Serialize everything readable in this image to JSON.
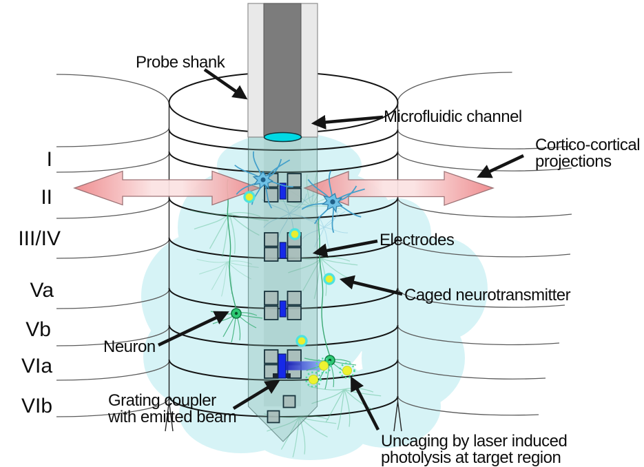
{
  "figure": {
    "annotations": {
      "probe_shank": "Probe shank",
      "microfluidic_channel": "Microfluidic channel",
      "cortico_cortical": [
        "Cortico-cortical",
        "projections"
      ],
      "electrodes": "Electrodes",
      "caged_neurotransmitter": "Caged neurotransmitter",
      "neuron": "Neuron",
      "grating_coupler": [
        "Grating coupler",
        "with emitted beam"
      ],
      "uncaging": [
        "Uncaging by laser induced",
        "photolysis at target region"
      ]
    },
    "cortical_layers": [
      "I",
      "II",
      "III/IV",
      "Va",
      "Vb",
      "VIa",
      "VIb"
    ],
    "colors": {
      "background": "#ffffff",
      "activated_region": "#d6f3f6",
      "probe_shank_outer": "#e9e9e9",
      "microfluidic_channel": "#7c7c7c",
      "channel_outlet": "#00d9e4",
      "electrode_pad": "#a9bcb8",
      "electrode_metal": "#1629e8",
      "laser_beam_start": "#1b1fc0",
      "laser_beam_end": "#8fb2f8",
      "projection_arrow": "#ef8a8c",
      "neuron_blue": "#57aed4",
      "neuron_green": "#2fca74",
      "caged_dot_fill": "#e9ee2f",
      "caged_dot_ring": "#4fe3dd",
      "annotation_text": "#0d0d0d"
    }
  }
}
